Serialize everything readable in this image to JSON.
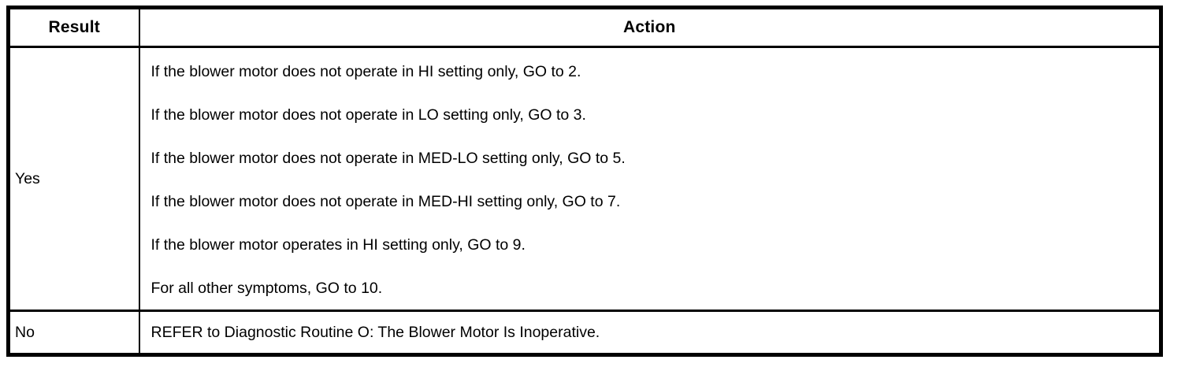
{
  "table": {
    "headers": {
      "result": "Result",
      "action": "Action"
    },
    "rows": [
      {
        "result": "Yes",
        "actions": [
          "If the blower motor does not operate in HI setting only, GO to 2.",
          "If the blower motor does not operate in LO setting only, GO to 3.",
          "If the blower motor does not operate in MED-LO setting only, GO to 5.",
          "If the blower motor does not operate in MED-HI setting only, GO to 7.",
          "If the blower motor operates in HI setting only, GO to 9.",
          "For all other symptoms, GO to 10."
        ]
      },
      {
        "result": "No",
        "actions": [
          "REFER to Diagnostic Routine O: The Blower Motor Is Inoperative."
        ]
      }
    ],
    "colors": {
      "border": "#000000",
      "background": "#ffffff",
      "text": "#000000"
    }
  }
}
